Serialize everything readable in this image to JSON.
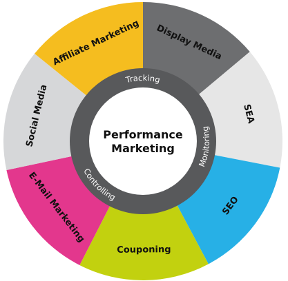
{
  "center": {
    "line1": "Performance",
    "line2": "Marketing"
  },
  "ring": {
    "color": "#58595b",
    "labels": [
      {
        "text": "Tracking",
        "angle": 0
      },
      {
        "text": "Monitoring",
        "angle": 95
      },
      {
        "text": "Controlling",
        "angle": 225
      }
    ]
  },
  "segments": [
    {
      "label": "Display Media",
      "color": "#6d6e70",
      "startAngle": 0,
      "endAngle": 50
    },
    {
      "label": "SEA",
      "color": "#e6e6e6",
      "startAngle": 50,
      "endAngle": 101
    },
    {
      "label": "SEO",
      "color": "#27b0e6",
      "startAngle": 101,
      "endAngle": 152
    },
    {
      "label": "Couponing",
      "color": "#c2d10f",
      "startAngle": 152,
      "endAngle": 207
    },
    {
      "label": "E-Mail Marketing",
      "color": "#e3378d",
      "startAngle": 207,
      "endAngle": 258
    },
    {
      "label": "Social Media",
      "color": "#d6d7d9",
      "startAngle": 258,
      "endAngle": 309
    },
    {
      "label": "Affiliate Marketing",
      "color": "#f5bd1f",
      "startAngle": 309,
      "endAngle": 360
    }
  ]
}
